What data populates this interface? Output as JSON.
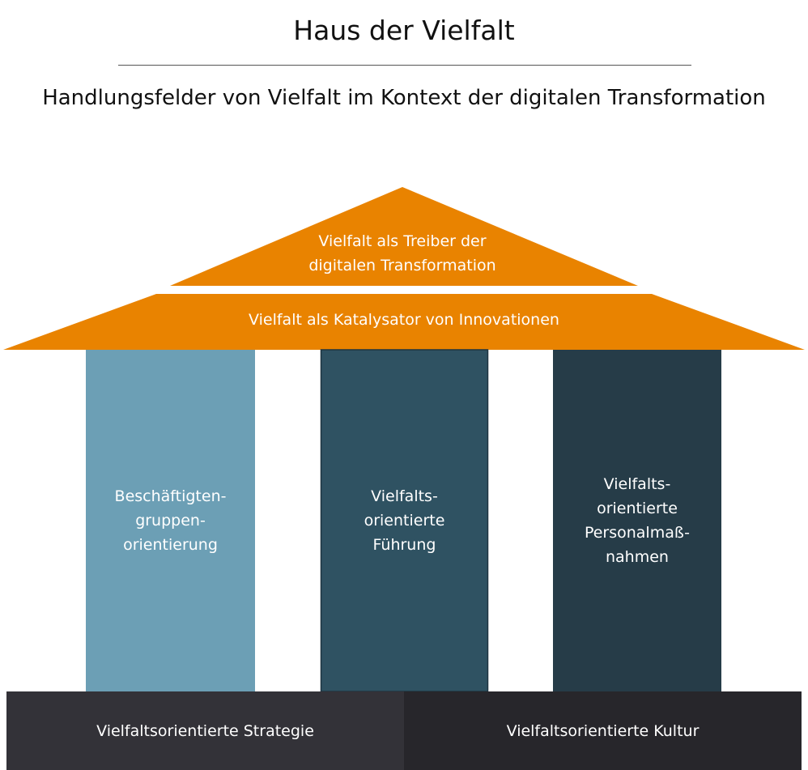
{
  "title": "Haus der Vielfalt",
  "subtitle": "Handlungsfelder von Vielfalt im Kontext der digitalen Transformation",
  "roof": {
    "top": "Vielfalt als Treiber der\ndigitalen Transformation",
    "band": "Vielfalt als Katalysator von Innovationen",
    "color": "#e98300"
  },
  "pillars": [
    {
      "label": "Beschäftigten-\ngruppen-\norientierung",
      "color": "#6c9fb5"
    },
    {
      "label": "Vielfalts-\norientierte\nFührung",
      "color": "#2f5262"
    },
    {
      "label": "Vielfalts-\norientierte\nPersonalmaß-\nnahmen",
      "color": "#263c48"
    }
  ],
  "base": [
    {
      "label": "Vielfaltsorientierte Strategie",
      "color": "#333238"
    },
    {
      "label": "Vielfaltsorientierte Kultur",
      "color": "#27262b"
    }
  ]
}
